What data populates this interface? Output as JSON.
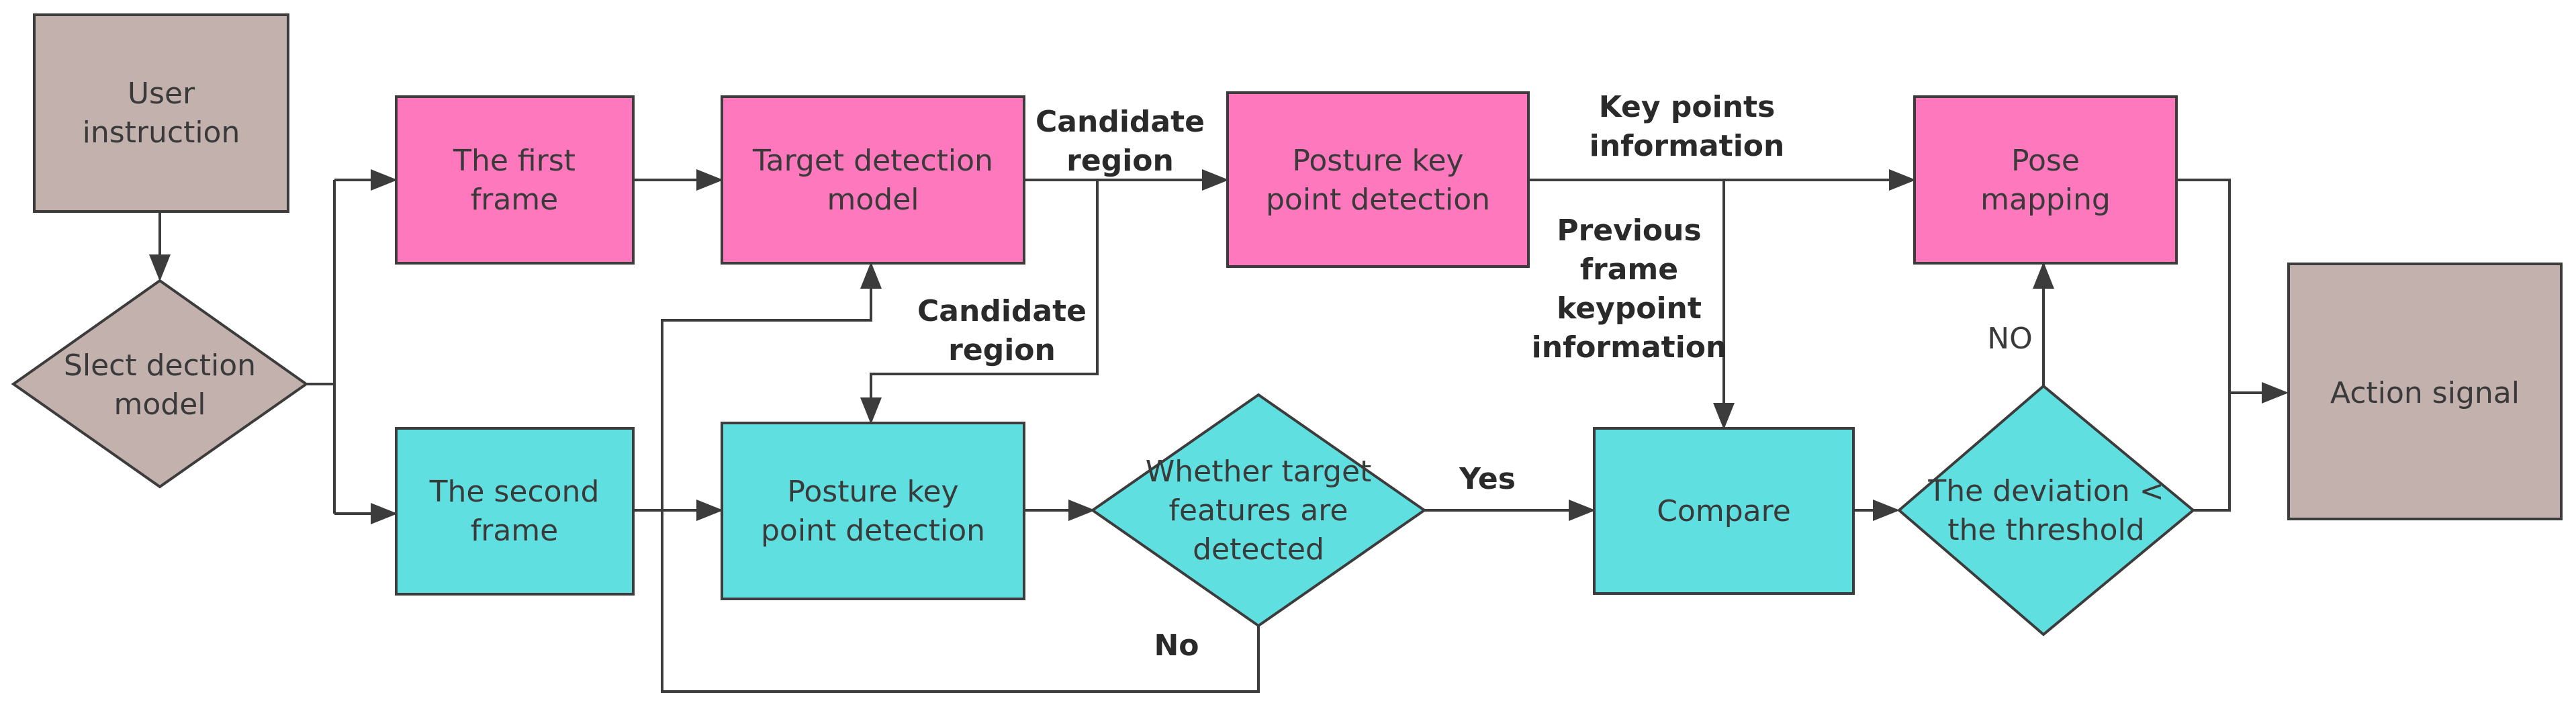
{
  "colors": {
    "gray": "#c2b1ad",
    "pink": "#fd78bc",
    "cyan": "#5fdfe0",
    "line": "#3c3c3c"
  },
  "nodes": {
    "user_instruction": [
      "User",
      "instruction"
    ],
    "select_model": [
      "Slect dection",
      "model"
    ],
    "first_frame": [
      "The first",
      "frame"
    ],
    "second_frame": [
      "The second",
      "frame"
    ],
    "target_detection": [
      "Target detection",
      "model"
    ],
    "posture_top": [
      "Posture key",
      "point detection"
    ],
    "posture_bottom": [
      "Posture key",
      "point detection"
    ],
    "target_features": [
      "Whether target",
      "features are",
      "detected"
    ],
    "compare": [
      "Compare"
    ],
    "deviation": [
      "The deviation <",
      "the threshold"
    ],
    "pose_mapping": [
      "Pose",
      "mapping"
    ],
    "action_signal": [
      "Action signal"
    ]
  },
  "edge_labels": {
    "candidate_region_top": [
      "Candidate",
      "region"
    ],
    "candidate_region_mid": [
      "Candidate",
      "region"
    ],
    "key_points_info": [
      "Key points",
      "information"
    ],
    "previous_frame_info": [
      "Previous",
      "frame",
      "keypoint",
      "information"
    ],
    "yes": [
      "Yes"
    ],
    "no": [
      "No"
    ],
    "no_upper": [
      "NO"
    ]
  }
}
